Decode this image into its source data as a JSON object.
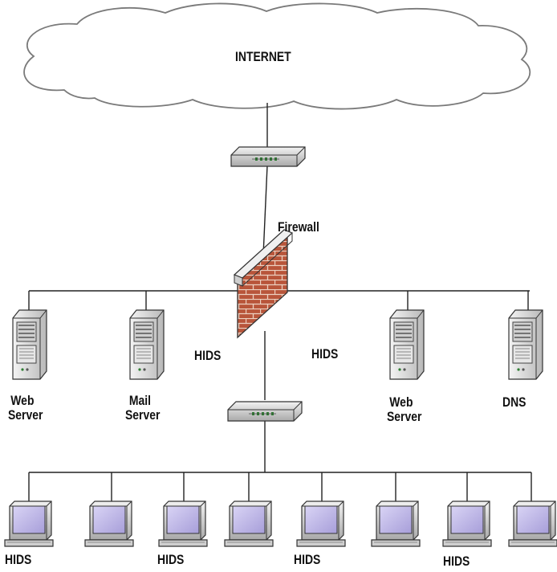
{
  "diagram": {
    "cloud_label": "INTERNET",
    "firewall_label": "Firewall",
    "hids_left": "HIDS",
    "hids_right": "HIDS",
    "servers": [
      {
        "line1": "Web",
        "line2": "Server"
      },
      {
        "line1": "Mail",
        "line2": "Server"
      },
      {
        "line1": "Web",
        "line2": "Server"
      },
      {
        "line1": "DNS",
        "line2": ""
      }
    ],
    "workstation_labels": [
      "HIDS",
      "HIDS",
      "HIDS",
      "HIDS"
    ],
    "colors": {
      "brick": "#b8553a",
      "mortar": "#e9c9b8",
      "device": "#d9d9d9",
      "screen": "#c9c2ea",
      "line": "#222222"
    },
    "icons": [
      "cloud-icon",
      "router-icon",
      "firewall-icon",
      "server-icon",
      "workstation-icon"
    ]
  }
}
